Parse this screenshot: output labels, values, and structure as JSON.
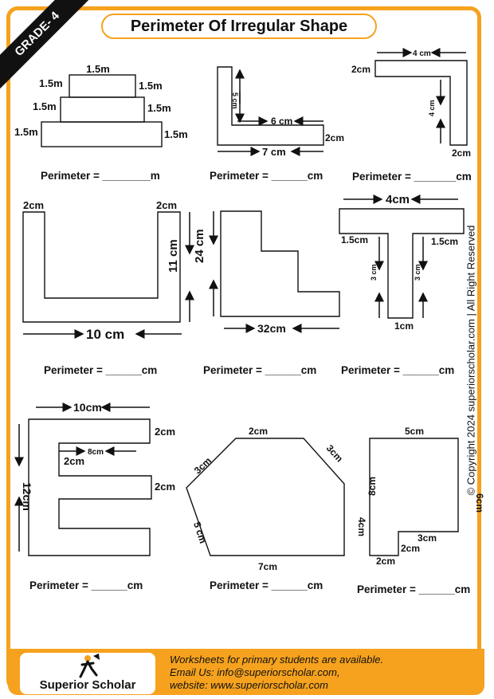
{
  "header": {
    "grade": "GRADE- 4",
    "title": "Perimeter Of Irregular Shape"
  },
  "problems": [
    {
      "labels": [
        "1.5m",
        "1.5m",
        "1.5m",
        "1.5m",
        "1.5m",
        "1.5m",
        "1.5m"
      ],
      "answer": "Perimeter = ________m"
    },
    {
      "labels": [
        "5 cm",
        "6 cm",
        "7 cm",
        "2cm"
      ],
      "answer": "Perimeter = ______cm"
    },
    {
      "labels": [
        "4 cm",
        "2cm",
        "4 cm",
        "2cm"
      ],
      "answer": "Perimeter = _______cm"
    },
    {
      "labels": [
        "2cm",
        "2cm",
        "11 cm",
        "10 cm"
      ],
      "answer": "Perimeter = ______cm"
    },
    {
      "labels": [
        "24 cm",
        "32cm"
      ],
      "answer": "Perimeter = ______cm"
    },
    {
      "labels": [
        "4cm",
        "1.5cm",
        "1.5cm",
        "3 cm",
        "3 cm",
        "1cm"
      ],
      "answer": "Perimeter = ______cm"
    },
    {
      "labels": [
        "10cm",
        "2cm",
        "8cm",
        "2cm",
        "12cm",
        "2cm"
      ],
      "answer": "Perimeter = ______cm"
    },
    {
      "labels": [
        "2cm",
        "3cm",
        "3cm",
        "5 cm",
        "4cm",
        "7cm"
      ],
      "answer": "Perimeter = ______cm"
    },
    {
      "labels": [
        "5cm",
        "8cm",
        "6cm",
        "3cm",
        "2cm",
        "2cm"
      ],
      "answer": "Perimeter = ______cm"
    }
  ],
  "copyright": "© Copyright 2024 superiorscholar.com | All Right Reserved",
  "footer": {
    "logo": "Superior Scholar",
    "line1": "Worksheets for primary students are available.",
    "line2": "Email Us: info@superiorscholar.com,",
    "line3": "website: www.superiorscholar.com"
  },
  "colors": {
    "accent": "#f6a21e",
    "ink": "#111111"
  }
}
